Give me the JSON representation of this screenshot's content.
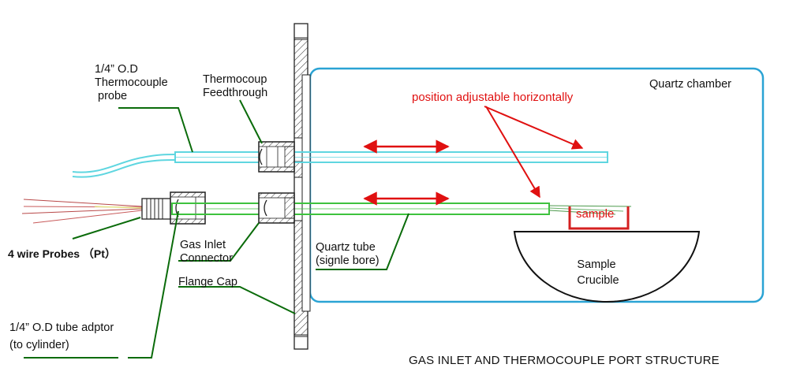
{
  "labels": {
    "thermocouple_probe": [
      "1/4” O.D",
      "Thermocouple",
      " probe"
    ],
    "feedthrough": [
      "Thermocoup",
      "Feedthrough"
    ],
    "quartz_chamber": "Quartz chamber",
    "position_adjustable": "position adjustable horizontally",
    "sample": "sample",
    "sample_crucible": [
      "Sample",
      "Crucible"
    ],
    "four_wire_probes": "4 wire Probes （Pt）",
    "gas_inlet_connector": [
      "Gas Inlet",
      "Connector"
    ],
    "flange_cap": "Flange Cap",
    "quartz_tube": [
      "Quartz tube",
      "(signle bore)"
    ],
    "tube_adaptor": [
      "1/4” O.D tube adptor",
      "(to cylinder)"
    ],
    "figure_title": "GAS INLET AND THERMOCOUPLE PORT STRUCTURE"
  },
  "colors": {
    "chamber": "#2aa3d4",
    "thermocouple_tube": "#5fd6e0",
    "gas_tube": "#3ec23e",
    "leader_line": "#0a6b0a",
    "arrow": "#e01010",
    "crucible_red": "#d42020",
    "flange": "#222222"
  }
}
